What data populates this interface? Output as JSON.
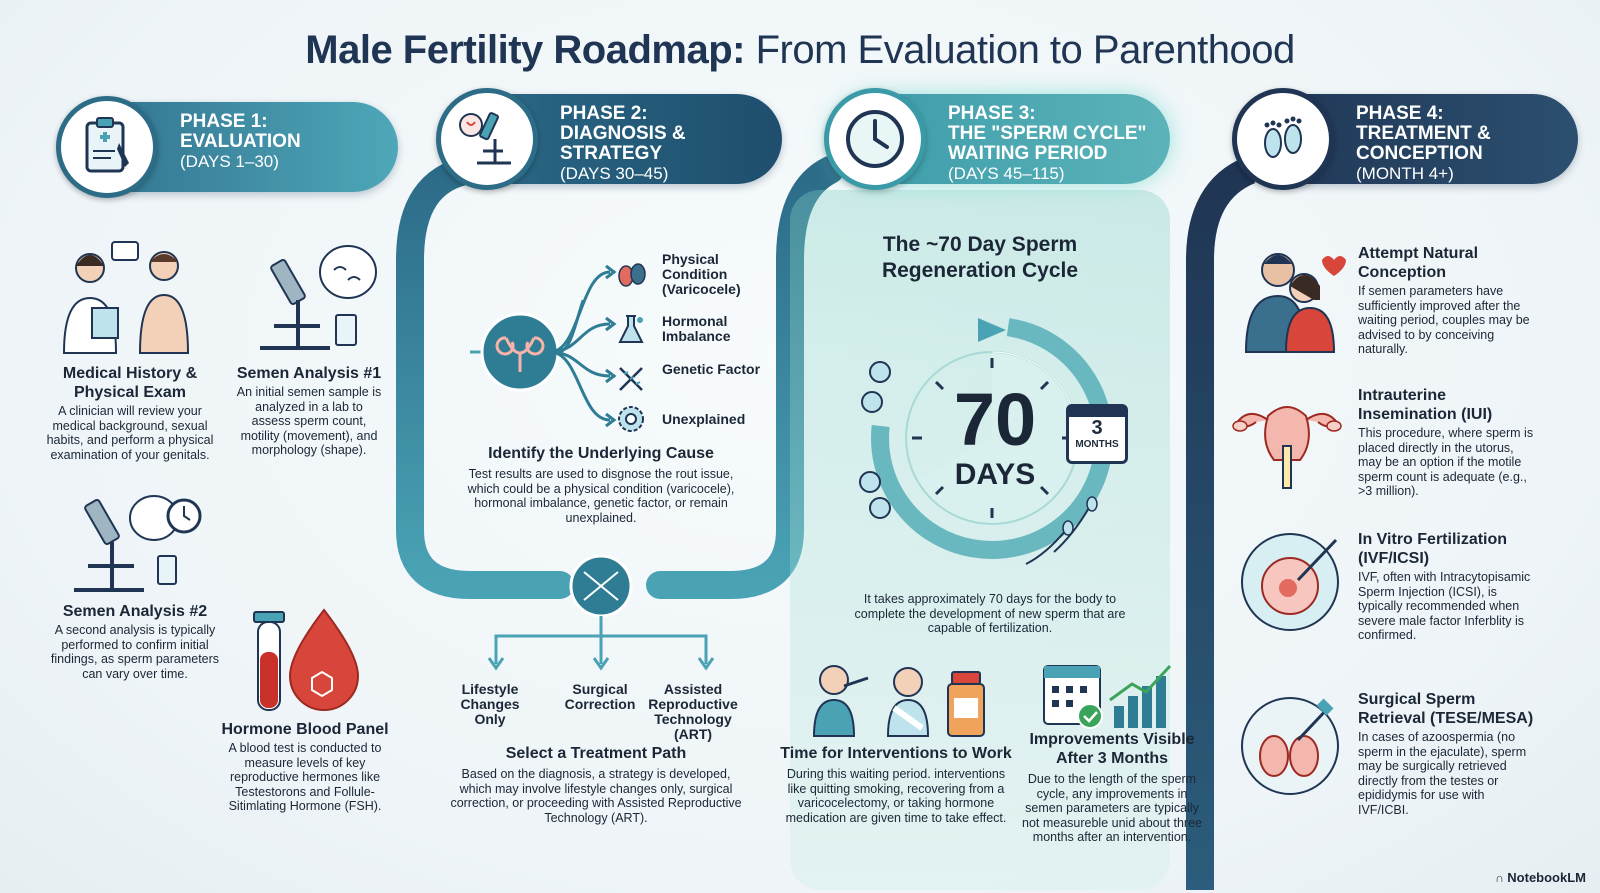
{
  "title": {
    "bold": "Male Fertility Roadmap:",
    "rest": " From Evaluation to Parenthood"
  },
  "phases": [
    {
      "title_line1": "PHASE 1:",
      "title_line2": "EVALUATION",
      "title_line3": "",
      "days": "(DAYS 1–30)",
      "icon": "clipboard-icon"
    },
    {
      "title_line1": "PHASE 2:",
      "title_line2": "DIAGNOSIS &",
      "title_line3": "STRATEGY",
      "days": "(DAYS 30–45)",
      "icon": "microscope-icon"
    },
    {
      "title_line1": "PHASE 3:",
      "title_line2": "THE \"SPERM CYCLE\"",
      "title_line3": "WAITING PERIOD",
      "days": "(DAYS 45–115)",
      "icon": "clock-icon"
    },
    {
      "title_line1": "PHASE 4:",
      "title_line2": "TREATMENT &",
      "title_line3": "CONCEPTION",
      "days": "(MONTH 4+)",
      "icon": "footprints-icon"
    }
  ],
  "phase1": {
    "items": [
      {
        "title": "Medical History & Physical Exam",
        "desc": "A clinician will review your medical background, sexual habits, and perform a physical examination of your genitals."
      },
      {
        "title": "Semen Analysis #1",
        "desc": "An initial semen sample is analyzed in a lab to assess sperm count, motility (movement), and morphology (shape)."
      },
      {
        "title": "Semen Analysis #2",
        "desc": "A second analysis is typically performed to confirm initial findings, as sperm parameters can vary over time."
      },
      {
        "title": "Hormone Blood Panel",
        "desc": "A blood test is conducted to measure levels of key reproductive hermones like Testestorons and Follule-Sitimlating Hormone (FSH)."
      }
    ]
  },
  "phase2": {
    "causes": [
      "Physical Condition (Varicocele)",
      "Hormonal Imbalance",
      "Genetic Factor",
      "Unexplained"
    ],
    "identify_title": "Identify the Underlying Cause",
    "identify_desc": "Test results are used to disgnose the rout issue, which could be a physical condition (varicocele), hormonal imbalance, genetic factor, or remain unexplained.",
    "paths": [
      "Lifestyle Changes Only",
      "Surgical Correction",
      "Assisted Reproductive Technology (ART)"
    ],
    "path_title": "Select a Treatment Path",
    "path_desc": "Based on the diagnosis, a strategy is developed, which may involve lifestyle changes only, surgical correction, or proceeding with Assisted Reproductive Technology (ART)."
  },
  "phase3": {
    "cycle_title": "The ~70 Day Sperm Regeneration Cycle",
    "big_number": "70",
    "big_unit": "DAYS",
    "calendar_number": "3",
    "calendar_unit": "MONTHS",
    "cycle_desc": "It takes approximately 70 days for the body to complete the development of new sperm that are capable of fertilization.",
    "items": [
      {
        "title": "Time for Interventions to Work",
        "desc": "During this waiting period. interventions like quitting smoking, recovering from a varicocelectomy, or taking hormone medication are given time to take effect."
      },
      {
        "title": "Improvements Visible After 3 Months",
        "desc": "Due to the length of the sperm cycle, any improvements in semen parameters are typically not measureble unid about three months after an intervention."
      }
    ]
  },
  "phase4": {
    "items": [
      {
        "title": "Attempt Natural Conception",
        "desc": "If semen parameters have sufficiently improved after the waiting period, couples may be advised to by conceiving naturally."
      },
      {
        "title": "Intrauterine Insemination (IUI)",
        "desc": "This procedure, where sperm is placed directly in the utorus, may be an option if the motile sperm count is adequate (e.g., >3 million)."
      },
      {
        "title": "In Vitro Fertilization (IVF/ICSI)",
        "desc": "IVF, often with Intracytopisamic Sperm Injection (ICSI), is typically recommended when severe male factor Inferblity is confirmed."
      },
      {
        "title": "Surgical Sperm Retrieval (TESE/MESA)",
        "desc": "In cases of azoospermia (no sperm in the ejaculate), sperm may be surgically retrieved directly from the testes or epididymis for use with IVF/ICBI."
      }
    ]
  },
  "brand": "NotebookLM",
  "colors": {
    "dark_navy": "#1f3553",
    "teal": "#2f7d95",
    "light_teal": "#4aa3b5",
    "mint": "#8fd3c8",
    "red": "#d8453b"
  }
}
